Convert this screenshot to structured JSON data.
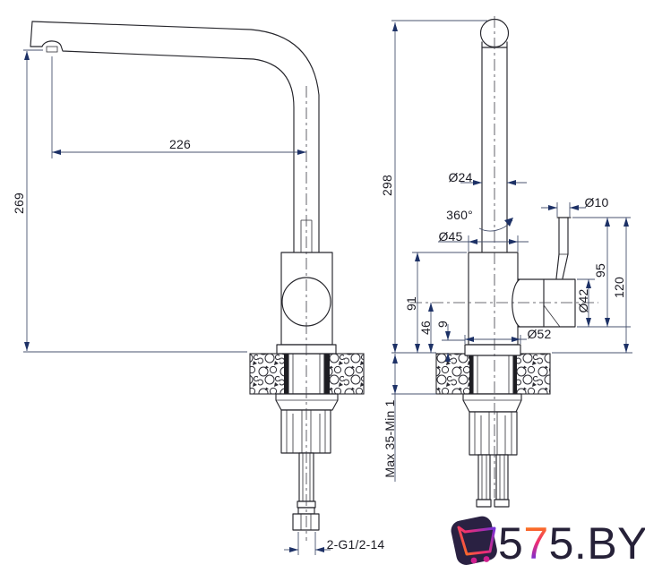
{
  "drawing": {
    "front_view": {
      "spout_reach": "226",
      "spout_height": "269",
      "thread_label": "2-G1/2-14"
    },
    "side_view": {
      "total_height": "298",
      "pipe_diameter": "Ø24",
      "swivel_angle": "360°",
      "body_diameter": "Ø45",
      "lever_diameter": "Ø10",
      "handle_height": "95",
      "handle_total_height": "120",
      "handle_diameter": "Ø42",
      "body_height": "91",
      "outlet_center_height": "46",
      "base_plate_height": "9",
      "base_diameter": "Ø52"
    },
    "mounting_note": "Max 35-Min 1"
  },
  "watermark": {
    "text": "575.BY",
    "char_left": "5",
    "char_gradient": "7",
    "char_right": "5.BY"
  },
  "colors": {
    "line": "#26262c",
    "dimension": "#49536f",
    "arrow": "#1d3166",
    "brand_dark": "#262138",
    "brand_orange": "#ff8a00",
    "brand_pink": "#ef2d74",
    "brand_purple": "#4b2ff4"
  }
}
